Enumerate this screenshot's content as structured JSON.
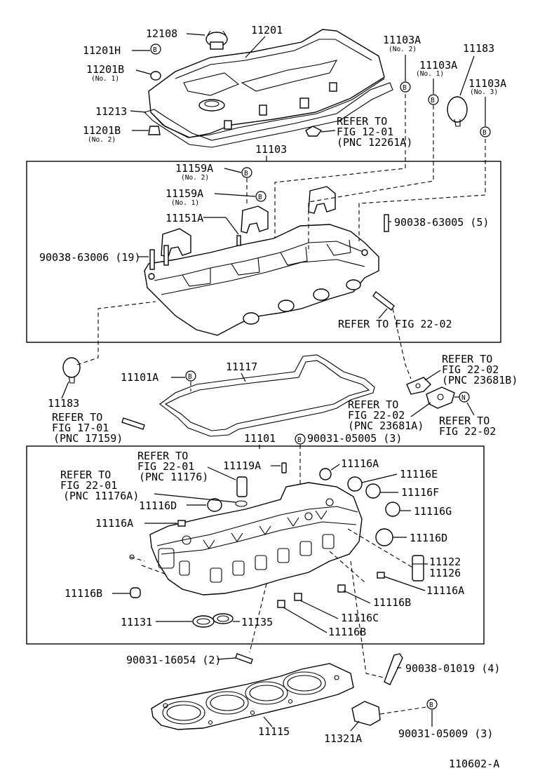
{
  "diagram_id": "110602-A",
  "badge": "B",
  "badge_n": "N",
  "labels": {
    "p12108": "12108",
    "p11201": "11201",
    "p11201H": "11201H",
    "p11201B1": "11201B",
    "p11201B1_note": "(No. 1)",
    "p11213": "11213",
    "p11201B2": "11201B",
    "p11201B2_note": "(No. 2)",
    "p11103A_n2": "11103A",
    "p11103A_n2_note": "(No. 2)",
    "p11183_top": "11183",
    "p11103A_n1": "11103A",
    "p11103A_n1_note": "(No. 1)",
    "p11103A_n3": "11103A",
    "p11103A_n3_note": "(No. 3)",
    "refer_12_01_a": "REFER TO",
    "refer_12_01_b": "FIG 12-01",
    "refer_12_01_c": "(PNC 12261A)",
    "p11103": "11103",
    "p11159A_n2": "11159A",
    "p11159A_n2_note": "(No. 2)",
    "p11159A_n1": "11159A",
    "p11159A_n1_note": "(No. 1)",
    "p11151A": "11151A",
    "p90038_63005": "90038-63005 (5)",
    "p90038_63006": "90038-63006 (19)",
    "refer_22_02_a": "REFER TO FIG 22-02",
    "p11183_low": "11183",
    "p11101A": "11101A",
    "p11117": "11117",
    "refer_23681B_a": "REFER TO",
    "refer_23681B_b": "FIG 22-02",
    "refer_23681B_c": "(PNC 23681B)",
    "refer_17_01_a": "REFER TO",
    "refer_17_01_b": "FIG 17-01",
    "refer_17_01_c": "(PNC 17159)",
    "refer_23681A_a": "REFER TO",
    "refer_23681A_b": "FIG 22-02",
    "refer_23681A_c": "(PNC 23681A)",
    "refer_22_02_n_a": "REFER TO",
    "refer_22_02_n_b": "FIG 22-02",
    "p11101": "11101",
    "p90031_05005": "90031-05005 (3)",
    "refer_11176_a": "REFER TO",
    "refer_11176_b": "FIG 22-01",
    "refer_11176_c": "(PNC 11176)",
    "p11119A": "11119A",
    "p11116A_top": "11116A",
    "refer_11176A_a": "REFER TO",
    "refer_11176A_b": "FIG 22-01",
    "refer_11176A_c": "(PNC 11176A)",
    "p11116E": "11116E",
    "p11116F": "11116F",
    "p11116D_left": "11116D",
    "p11116G": "11116G",
    "p11116A_left": "11116A",
    "p11116D_right": "11116D",
    "p11122": "11122",
    "p11126": "11126",
    "p11116B_left": "11116B",
    "p11116A_right": "11116A",
    "p11116B_mid": "11116B",
    "p11116C": "11116C",
    "p11131": "11131",
    "p11135": "11135",
    "p11116B_bot": "11116B",
    "p90031_16054": "90031-16054 (2)",
    "p90038_01019": "90038-01019 (4)",
    "p11115": "11115",
    "p11321A": "11321A",
    "p90031_05009": "90031-05009 (3)"
  }
}
